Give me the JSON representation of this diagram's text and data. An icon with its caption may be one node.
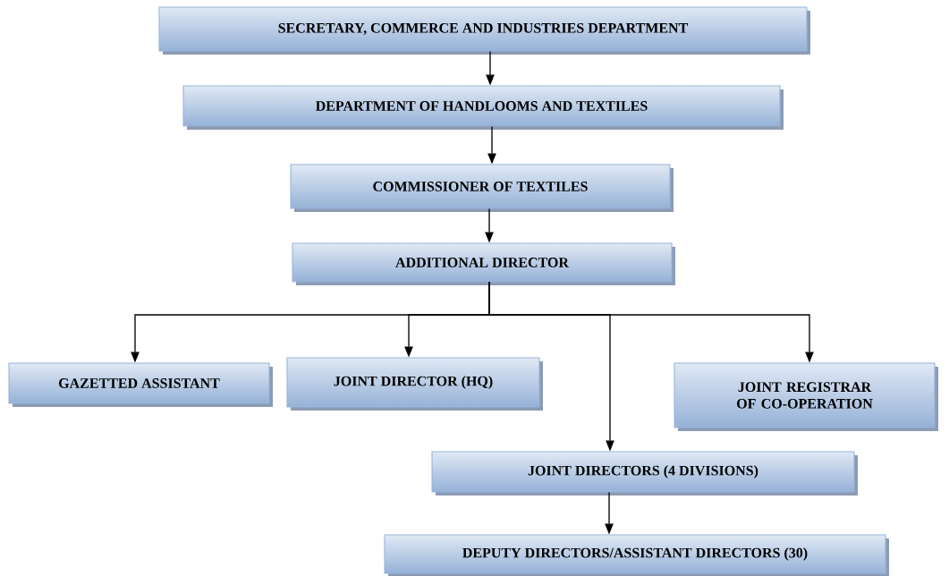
{
  "diagram": {
    "nodes": [
      {
        "text": [
          "SECRETARY, COMMERCE AND INDUSTRIES DEPARTMENT"
        ]
      },
      {
        "text": [
          "DEPARTMENT OF HANDLOOMS AND TEXTILES"
        ]
      },
      {
        "text": [
          "COMMISSIONER OF TEXTILES"
        ]
      },
      {
        "text": [
          "ADDITIONAL DIRECTOR"
        ]
      },
      {
        "text": [
          "GAZETTED ASSISTANT"
        ]
      },
      {
        "text": [
          "JOINT DIRECTOR (HQ)"
        ]
      },
      {
        "text": [
          "JOINT REGISTRAR OF CO-OPERATION"
        ]
      },
      {
        "text": [
          "JOINT DIRECTORS (4 DIVISIONS)"
        ]
      },
      {
        "text": [
          "DEPUTY DIRECTORS/ASSISTANT DIRECTORS (30)"
        ]
      }
    ],
    "edges": [
      {
        "from": 0,
        "to": 1,
        "arrow": "to"
      },
      {
        "from": 1,
        "to": 2,
        "arrow": "to"
      },
      {
        "from": 2,
        "to": 3,
        "arrow": "to"
      },
      {
        "from": 3,
        "to": 4,
        "arrow": "to"
      },
      {
        "from": 3,
        "to": 5,
        "arrow": "to"
      },
      {
        "from": 3,
        "to": 6,
        "arrow": "to"
      },
      {
        "from": 3,
        "to": 7,
        "arrow": "to"
      },
      {
        "from": 7,
        "to": 8,
        "arrow": "to"
      }
    ]
  }
}
